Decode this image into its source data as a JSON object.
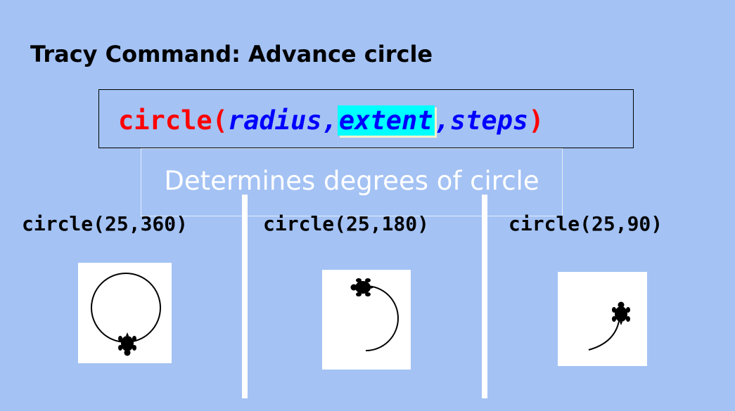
{
  "title": "Tracy Command: Advance circle",
  "syntax": {
    "function": "circle",
    "open_paren": "(",
    "arg1": "radius",
    "comma1": ",",
    "arg2": "extent",
    "comma2": ",",
    "arg3": "steps",
    "close_paren": ")"
  },
  "tooltip": "Determines degrees of circle",
  "examples": [
    {
      "command": "circle(25,360)",
      "icon": "full-circle-turtle"
    },
    {
      "command": "circle(25,180)",
      "icon": "half-circle-turtle"
    },
    {
      "command": "circle(25,90)",
      "icon": "quarter-circle-turtle"
    }
  ],
  "colors": {
    "background": "#a4c2f4",
    "function": "#ff0000",
    "arguments": "#0000ff",
    "highlight": "#00ffff",
    "tooltip_text": "#ffffff"
  }
}
